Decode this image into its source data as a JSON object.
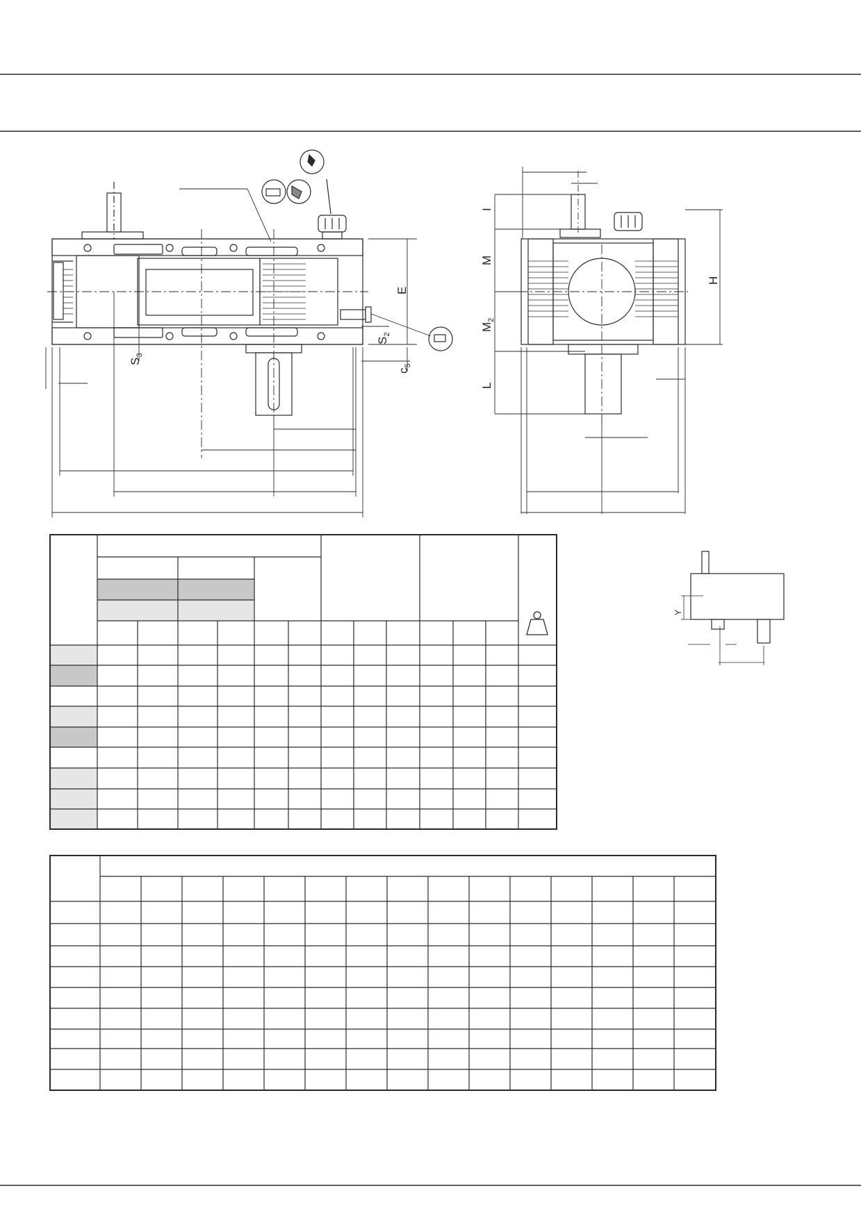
{
  "labels": {
    "s3": "S",
    "s3_sub": "3",
    "s2": "S",
    "s2_sub": "2",
    "c5": "c",
    "c5_sub": "5",
    "E": "E",
    "I": "I",
    "M": "M",
    "M2": "M",
    "M2_sub": "2",
    "L": "L",
    "H": "H",
    "Y": "Y"
  },
  "tables": {
    "dimensions_table": {
      "rows": 9
    },
    "shaft_table": {
      "columns": 15,
      "rows": 9
    }
  },
  "colors": {
    "line": "#2a2a2a",
    "shade_dark": "#c8c8c8",
    "shade_light": "#e6e6e6"
  },
  "icons": [
    "fill-plug-icon",
    "oil-level-icon",
    "drain-plug-icon",
    "weight-icon"
  ]
}
